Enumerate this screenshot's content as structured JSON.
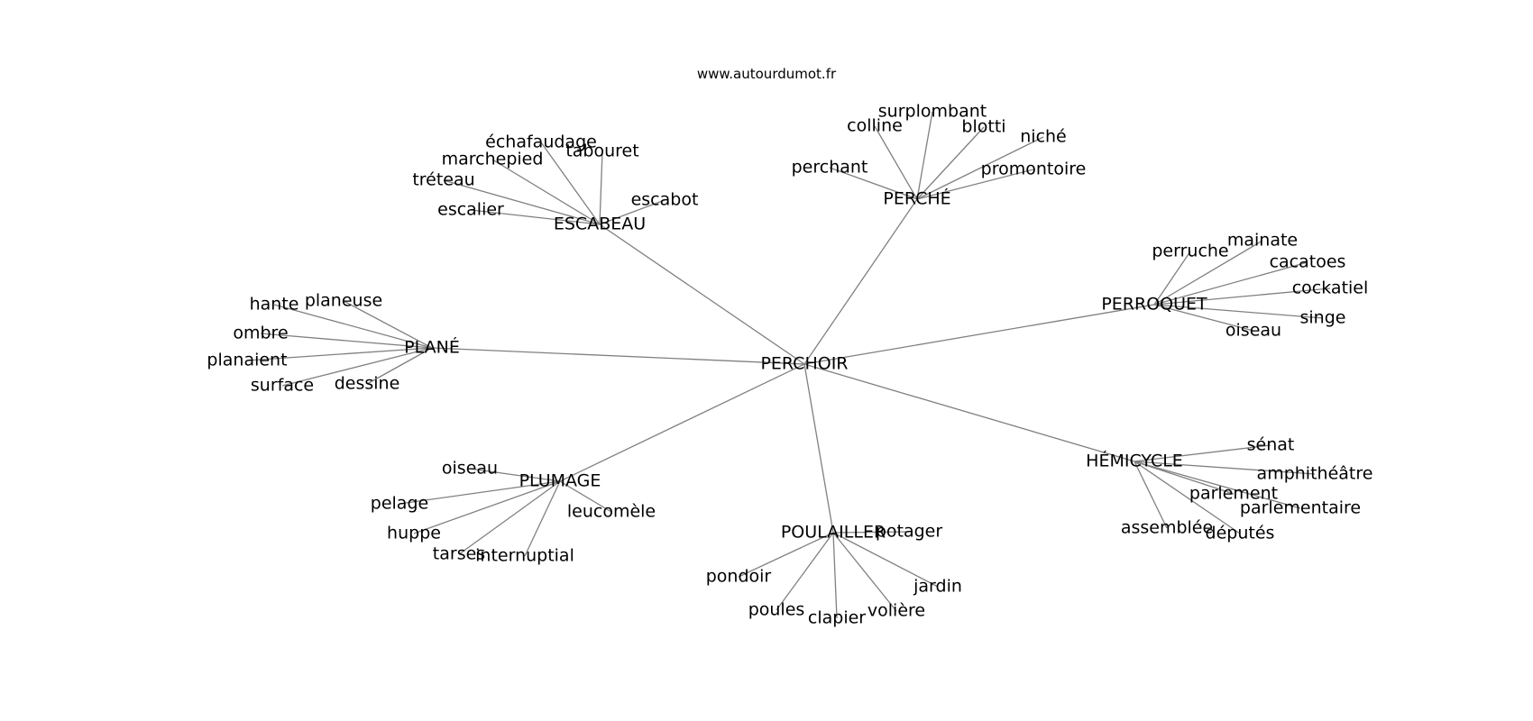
{
  "header": {
    "source": "www.autourdumot.fr"
  },
  "graph": {
    "center": "PERCHOIR",
    "clusters": [
      {
        "hub": "ESCABEAU",
        "leaves": [
          "échafaudage",
          "tabouret",
          "marchepied",
          "tréteau",
          "escalier",
          "escabot"
        ]
      },
      {
        "hub": "PERCHÉ",
        "leaves": [
          "surplombant",
          "colline",
          "blotti",
          "niché",
          "perchant",
          "promontoire"
        ]
      },
      {
        "hub": "PERROQUET",
        "leaves": [
          "perruche",
          "mainate",
          "cacatoes",
          "cockatiel",
          "singe",
          "oiseau"
        ]
      },
      {
        "hub": "PLANÉ",
        "leaves": [
          "hante",
          "planeuse",
          "ombre",
          "planaient",
          "surface",
          "dessine"
        ]
      },
      {
        "hub": "HÉMICYCLE",
        "leaves": [
          "sénat",
          "amphithéâtre",
          "parlement",
          "parlementaire",
          "assemblée",
          "députés"
        ]
      },
      {
        "hub": "PLUMAGE",
        "leaves": [
          "oiseau",
          "pelage",
          "huppe",
          "tarses",
          "internuptial",
          "leucomèle"
        ]
      },
      {
        "hub": "POULAILLER",
        "leaves": [
          "potager",
          "pondoir",
          "poules",
          "clapier",
          "volière",
          "jardin"
        ]
      }
    ]
  },
  "colors": {
    "edge": "#808080",
    "text": "#000000",
    "background": "#ffffff"
  }
}
